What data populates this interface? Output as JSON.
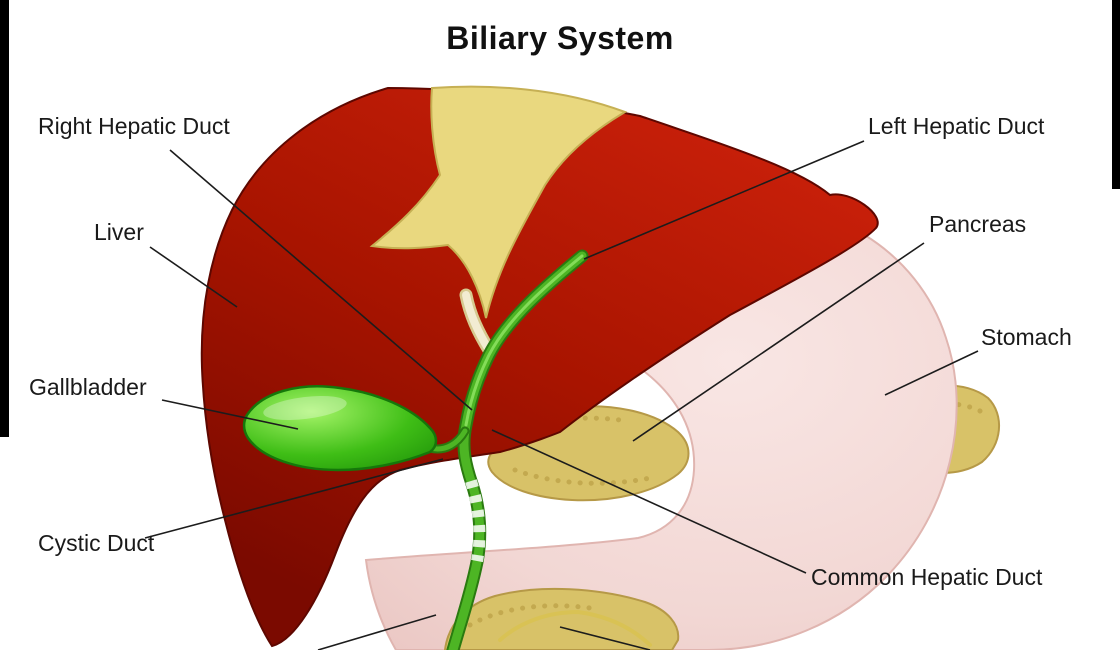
{
  "title": "Biliary System",
  "labels": {
    "right_hepatic_duct": "Right Hepatic Duct",
    "left_hepatic_duct": "Left Hepatic Duct",
    "liver": "Liver",
    "pancreas": "Pancreas",
    "stomach": "Stomach",
    "gallbladder": "Gallbladder",
    "cystic_duct": "Cystic Duct",
    "common_hepatic_duct": "Common Hepatic Duct"
  },
  "colors": {
    "background": "#ffffff",
    "label_text": "#1a1a1a",
    "leader_line": "#1c1c1c",
    "liver_light": "#c9200a",
    "liver_dark": "#7b0a00",
    "stomach_pink": "#f2d7d4",
    "pancreas_tan": "#d8c268",
    "gallbladder_green": "#3fbe16",
    "duct_green": "#4db524",
    "ligament_yellow": "#e9d87f"
  }
}
